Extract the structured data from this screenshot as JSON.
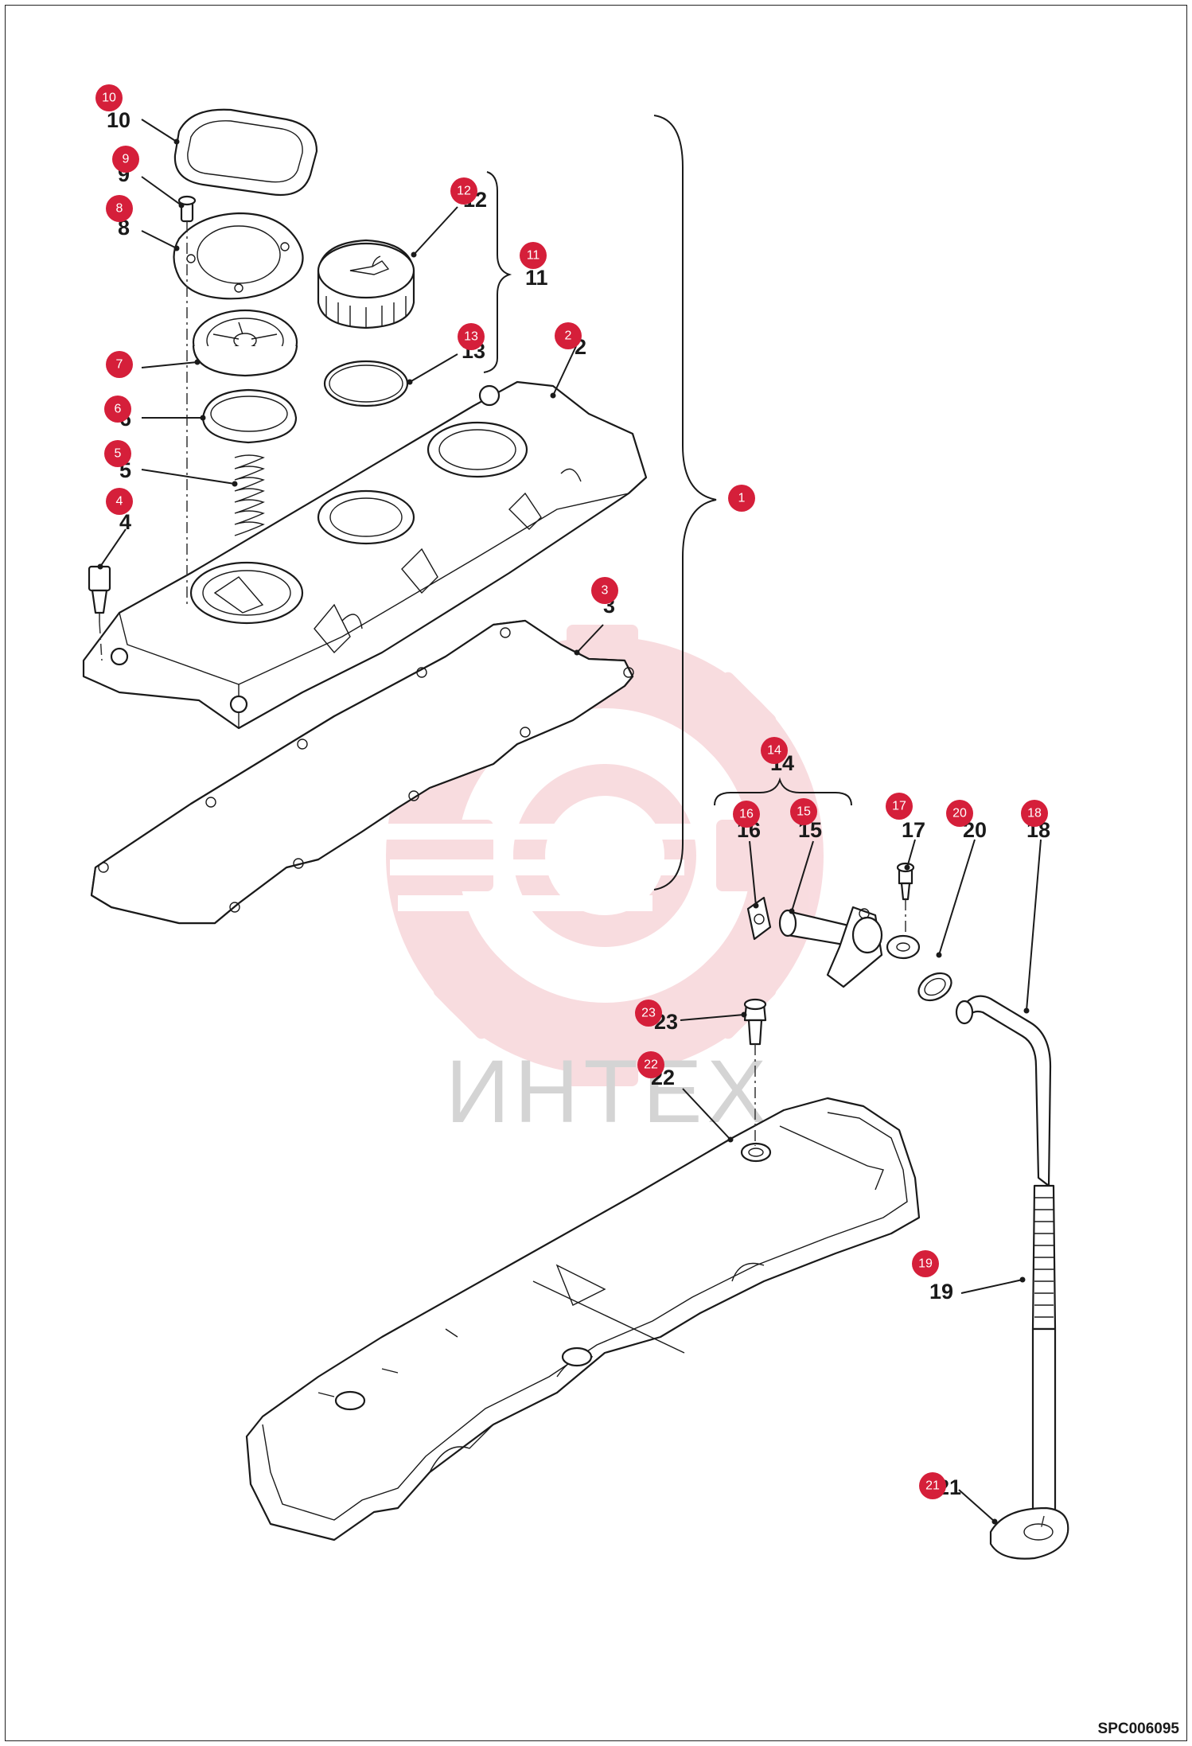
{
  "watermark": {
    "text": "ИНТЕХ",
    "color": "#f4c0c6"
  },
  "drawing_code": "SPC006095",
  "badge_color": "#d51f3a",
  "callouts": [
    {
      "id": "10",
      "label": "10"
    },
    {
      "id": "9",
      "label": "9"
    },
    {
      "id": "8",
      "label": "8"
    },
    {
      "id": "12",
      "label": "12"
    },
    {
      "id": "11",
      "label": "11"
    },
    {
      "id": "13",
      "label": "13"
    },
    {
      "id": "7",
      "label": "7"
    },
    {
      "id": "6",
      "label": "6"
    },
    {
      "id": "5",
      "label": "5"
    },
    {
      "id": "4",
      "label": "4"
    },
    {
      "id": "2",
      "label": "2"
    },
    {
      "id": "1",
      "label": "1"
    },
    {
      "id": "3",
      "label": "3"
    },
    {
      "id": "14",
      "label": "14"
    },
    {
      "id": "16",
      "label": "16"
    },
    {
      "id": "15",
      "label": "15"
    },
    {
      "id": "17",
      "label": "17"
    },
    {
      "id": "20",
      "label": "20"
    },
    {
      "id": "18",
      "label": "18"
    },
    {
      "id": "23",
      "label": "23"
    },
    {
      "id": "22",
      "label": "22"
    },
    {
      "id": "19",
      "label": "19"
    },
    {
      "id": "21",
      "label": "21"
    }
  ]
}
